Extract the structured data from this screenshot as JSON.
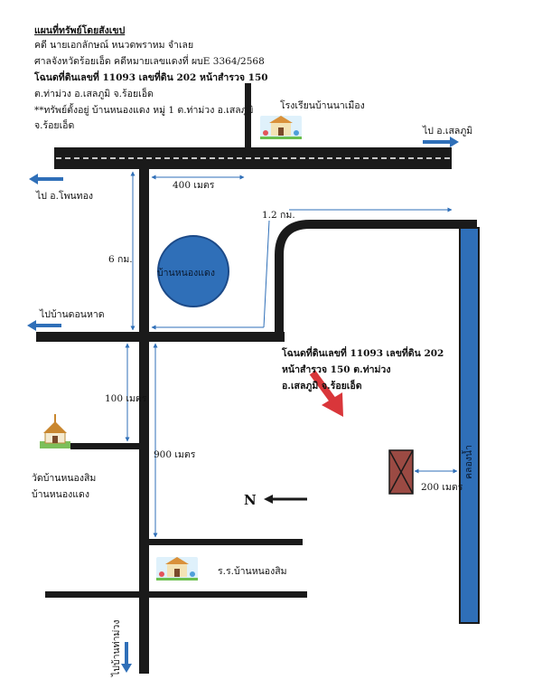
{
  "header": {
    "title": "แผนที่ทรัพย์โดยสังเขป",
    "case": "คดี นายเอกลักษณ์ หนวดพราหม   จำเลย",
    "court": "ศาลจังหวัดร้อยเอ็ด คดีหมายเลขแดงที่ ผบE 3364/2568",
    "deed": "โฉนดที่ดินเลขที่ 11093  เลขที่ดิน 202 หน้าสำรวจ  150",
    "district": "ต.ท่าม่วง  อ.เสลภูมิ  จ.ร้อยเอ็ด",
    "location_note": "**ทรัพย์ตั้งอยู่ บ้านหนองแดง  หมู่ 1 ต.ท่าม่วง อ.เสลภูมิ",
    "location_note2": "จ.ร้อยเอ็ด"
  },
  "places": {
    "school_top": "โรงเรียนบ้านนาเมือง",
    "to_selaphum": "ไป อ.เสลภูมิ",
    "to_phonthong": "ไป อ.โพนทอง",
    "village_circle": "บ้านหนองแดง",
    "to_donhat": "ไปบ้านดอนหาด",
    "temple_line1": "วัดบ้านหนองสิม",
    "temple_line2": "บ้านหนองแดง",
    "school_bottom": "ร.ร.บ้านหนองสิม",
    "to_thamuang": "ไปบ้านท่าม่วง",
    "canal": "คลองน้ำ",
    "north": "N"
  },
  "distances": {
    "d400": "400 เมตร",
    "d6km": "6 กม.",
    "d12km": "1.2 กม.",
    "d100": "100 เมตร",
    "d900": "900 เมตร",
    "d200": "200 เมตร"
  },
  "deed_label": {
    "line1": "โฉนดที่ดินเลขที่  11093  เลขที่ดิน 202",
    "line2": "หน้าสำรวจ 150  ต.ท่าม่วง",
    "line3": "อ.เสลภูมิ  จ.ร้อยเอ็ด"
  },
  "colors": {
    "road": "#1a1a1a",
    "canal": "#2f6fb8",
    "village": "#2f6fb8",
    "plot": "#9b4a43",
    "arrow_red": "#d9363a",
    "dir_arrow": "#2f6fb8",
    "dim_line": "#2f6fb8"
  }
}
